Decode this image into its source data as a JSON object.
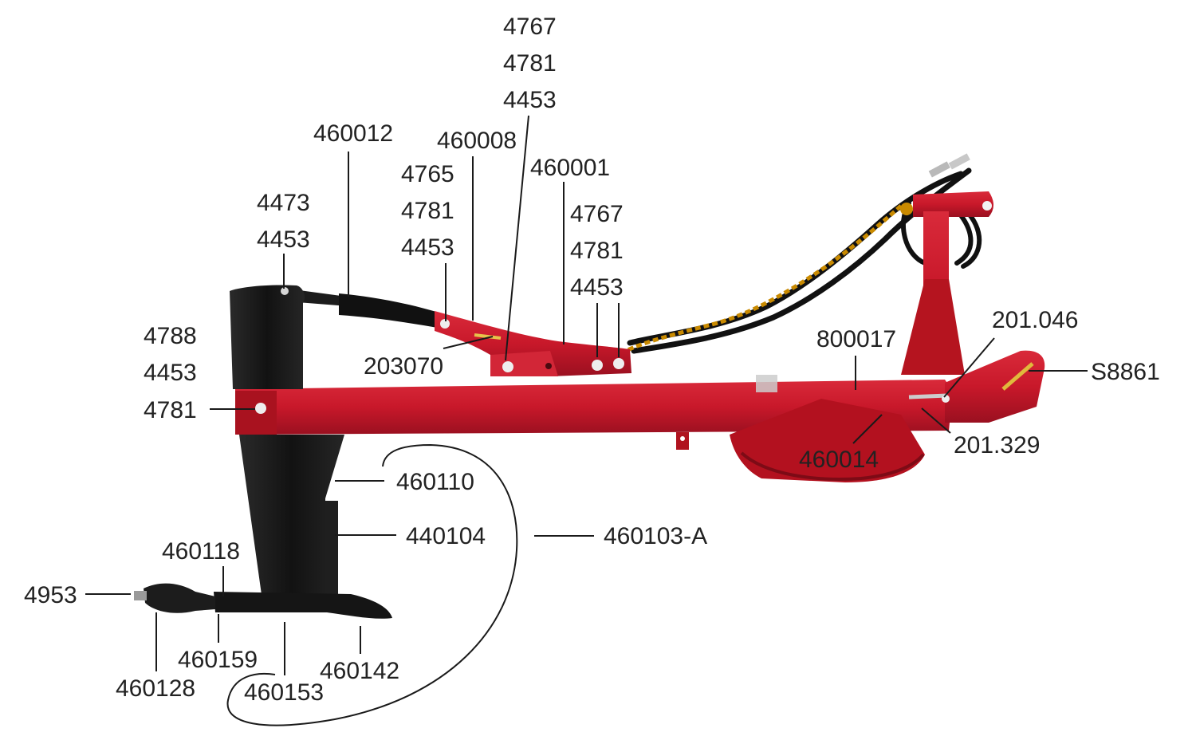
{
  "colors": {
    "frame_red": "#c8182a",
    "frame_dark_red": "#8e0f1c",
    "shank_black": "#141414",
    "hose_black": "#111111",
    "leader_line": "#1a1a1a",
    "label_text": "#222222"
  },
  "labels": {
    "top_4767": "4767",
    "top_4781": "4781",
    "top_4453": "4453",
    "p460012": "460012",
    "p460008": "460008",
    "p460001": "460001",
    "p4765": "4765",
    "p4781_a": "4781",
    "p4453_a": "4453",
    "p4473": "4473",
    "p4453_b": "4453",
    "p4767_b": "4767",
    "p4781_b": "4781",
    "p4453_c": "4453",
    "p4788": "4788",
    "p4453_d": "4453",
    "p4781_c": "4781",
    "p203070": "203070",
    "p800017": "800017",
    "p201_046": "201.046",
    "pS8861": "S8861",
    "p460014": "460014",
    "p201_329": "201.329",
    "p460110": "460110",
    "p440104": "440104",
    "p460103A": "460103-A",
    "p460118": "460118",
    "p4953": "4953",
    "p460159": "460159",
    "p460142": "460142",
    "p460128": "460128",
    "p460153": "460153"
  }
}
